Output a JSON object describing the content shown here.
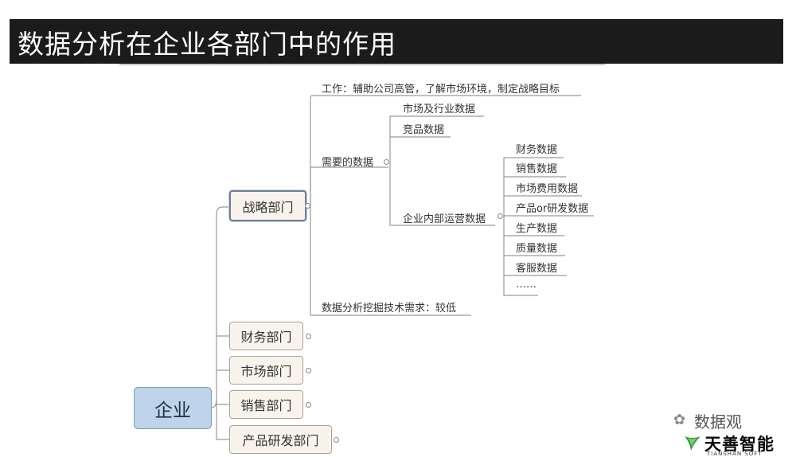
{
  "title": "数据分析在企业各部门中的作用",
  "root": "企业",
  "departments": [
    {
      "label": "战略部门"
    },
    {
      "label": "财务部门"
    },
    {
      "label": "市场部门"
    },
    {
      "label": "销售部门"
    },
    {
      "label": "产品研发部门"
    }
  ],
  "strategy": {
    "work": "工作：辅助公司高管，了解市场环境，制定战略目标",
    "needed_data": "需要的数据",
    "market_data": "市场及行业数据",
    "competitor_data": "竞品数据",
    "internal_ops": "企业内部运营数据",
    "internal_items": [
      "财务数据",
      "销售数据",
      "市场费用数据",
      "产品or研发数据",
      "生产数据",
      "质量数据",
      "客服数据",
      "……"
    ],
    "tech_requirement": "数据分析挖掘技术需求：较低"
  },
  "watermark": {
    "account": "数据观",
    "logo_cn": "天善智能",
    "logo_en": "TIANSHAN SOFT"
  },
  "colors": {
    "title_bg": "#1b1b1b",
    "root_fill": "#bfd3ea",
    "dept_fill": "#f8f3ec",
    "line": "#999999"
  }
}
